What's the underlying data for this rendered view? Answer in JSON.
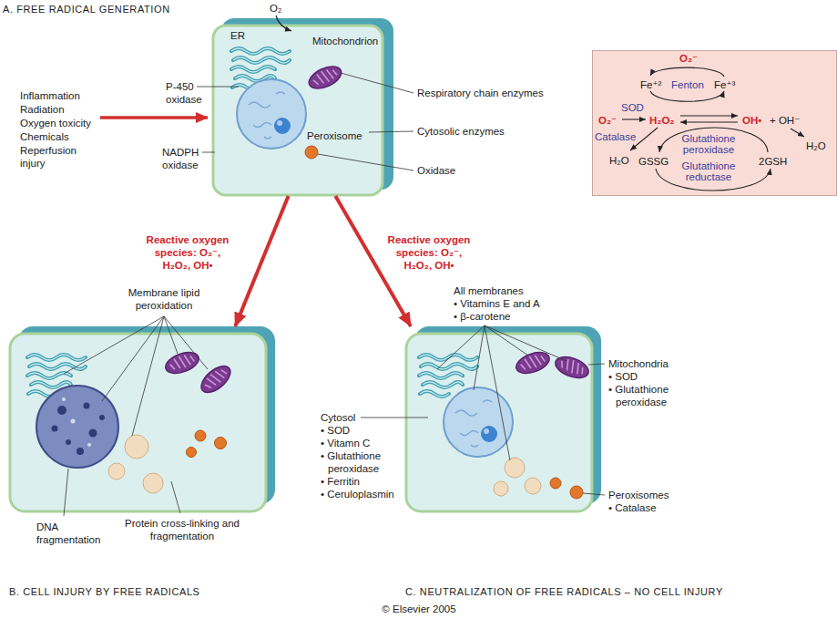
{
  "diagram": {
    "nodes": [
      {
        "text": [
          "ER",
          "Mitochondrion",
          "Peroxisome"
        ]
      },
      {
        "text": [
          "O₂⁻",
          "Fe⁺²",
          "Fenton",
          "Fe⁺³",
          "O₂⁻",
          "SOD",
          "H₂O₂",
          "OH•",
          "+ OH⁻",
          "Catalase",
          "Glutathione peroxidase",
          "H₂O",
          "GSSG",
          "2GSH",
          "H₂O",
          "Glutathione reductase"
        ]
      },
      {
        "text": [
          "B. CELL INJURY BY FREE RADICALS"
        ]
      },
      {
        "text": [
          "C. NEUTRALIZATION OF FREE RADICALS – NO CELL INJURY"
        ]
      }
    ],
    "edges": [
      {
        "from": 0,
        "to": 2,
        "arrow": "to",
        "label": "Reactive oxygen species: O₂⁻, H₂O₂, OH•"
      },
      {
        "from": 0,
        "to": 3,
        "arrow": "to",
        "label": "Reactive oxygen species: O₂⁻, H₂O₂, OH•"
      }
    ],
    "labels": [
      "A. FREE RADICAL GENERATION",
      "O₂",
      "Inflammation",
      "Radiation",
      "Oxygen toxicity",
      "Chemicals",
      "Reperfusion injury",
      "P-450 oxidase",
      "NADPH oxidase",
      "Respiratory chain enzymes",
      "Cytosolic enzymes",
      "Oxidase",
      "Membrane lipid peroxidation",
      "DNA fragmentation",
      "Protein cross-linking and fragmentation",
      "All membranes",
      "• Vitamins E and A",
      "• β-carotene",
      "Cytosol",
      "• SOD",
      "• Vitamn C",
      "• Glutathione peroxidase",
      "• Ferritin",
      "• Ceruloplasmin",
      "Mitochondria",
      "• SOD",
      "• Glutathione peroxidase",
      "Peroxisomes",
      "• Catalase",
      "© Elsevier 2005"
    ]
  }
}
